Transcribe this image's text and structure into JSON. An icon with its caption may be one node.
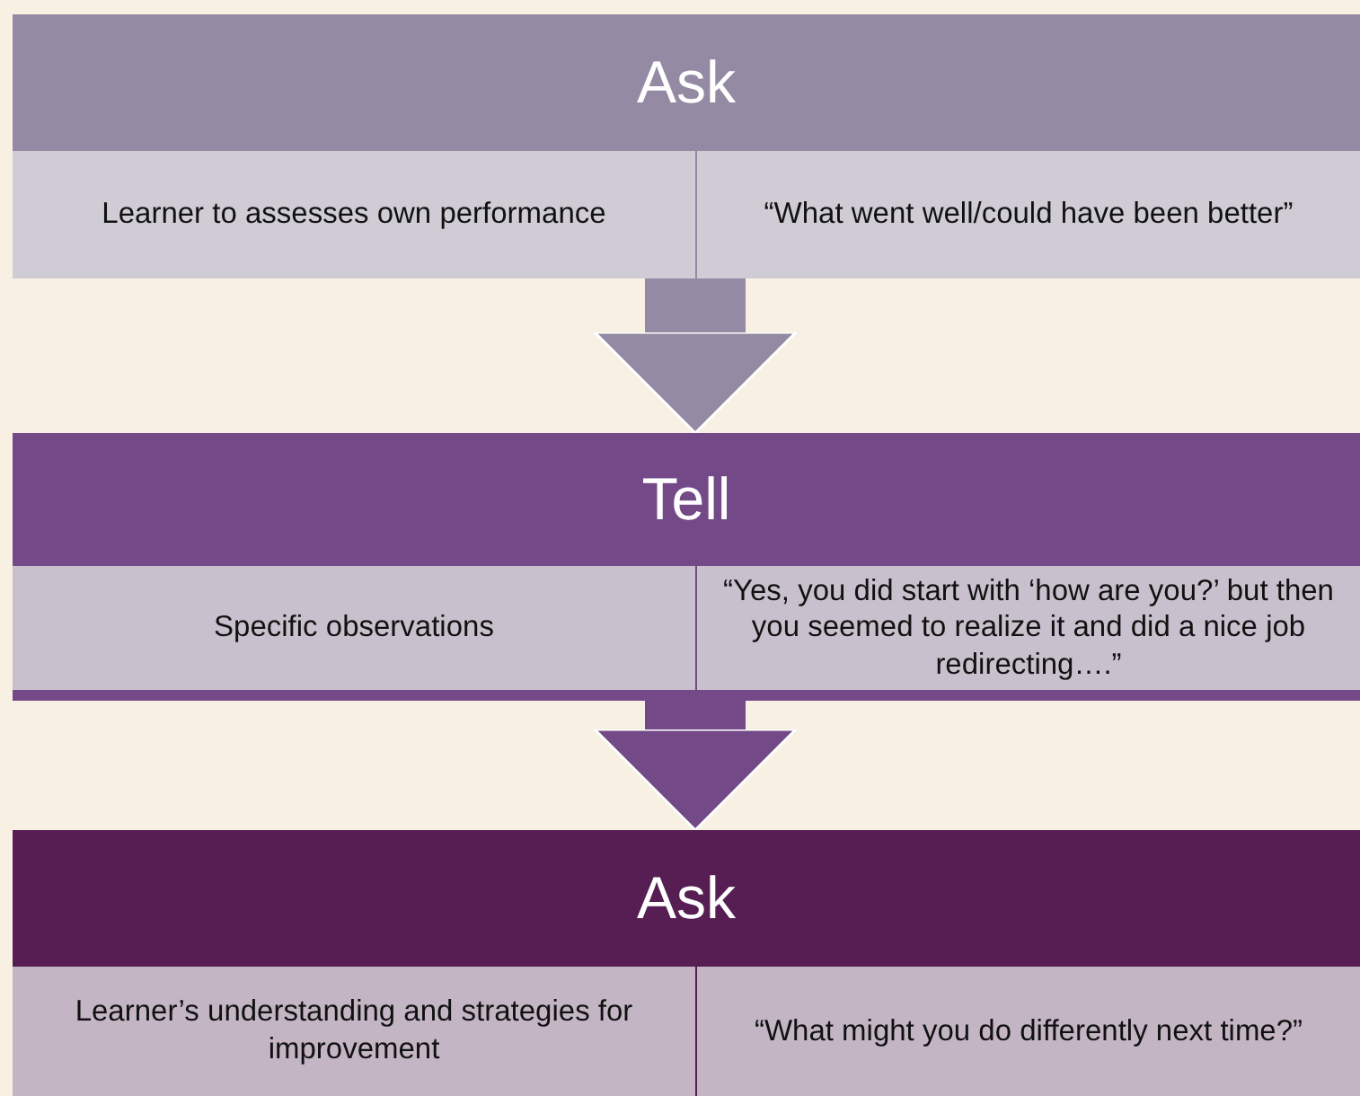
{
  "diagram": {
    "nodes": [
      {
        "text": [
          "Ask"
        ]
      },
      {
        "text": [
          "Learner to assesses own performance"
        ],
        "in": 0
      },
      {
        "text": [
          "“What went well/could have been better”"
        ],
        "in": 0
      },
      {
        "text": [
          "Tell"
        ]
      },
      {
        "text": [
          "Specific observations"
        ],
        "in": 3
      },
      {
        "text": [
          "“Yes, you did start with ‘how are you?’ but then you seemed to realize it and did a nice job redirecting….”"
        ],
        "in": 3
      },
      {
        "text": [
          "Ask"
        ]
      },
      {
        "text": [
          "Learner’s understanding and strategies for improvement"
        ],
        "in": 6
      },
      {
        "text": [
          "“What might you do differently next time?”"
        ],
        "in": 6
      }
    ],
    "edges": [
      {
        "from": 0,
        "to": 3,
        "arrow": "to",
        "color": "#948aa3"
      },
      {
        "from": 3,
        "to": 6,
        "arrow": "to",
        "color": "#734a87"
      }
    ]
  }
}
